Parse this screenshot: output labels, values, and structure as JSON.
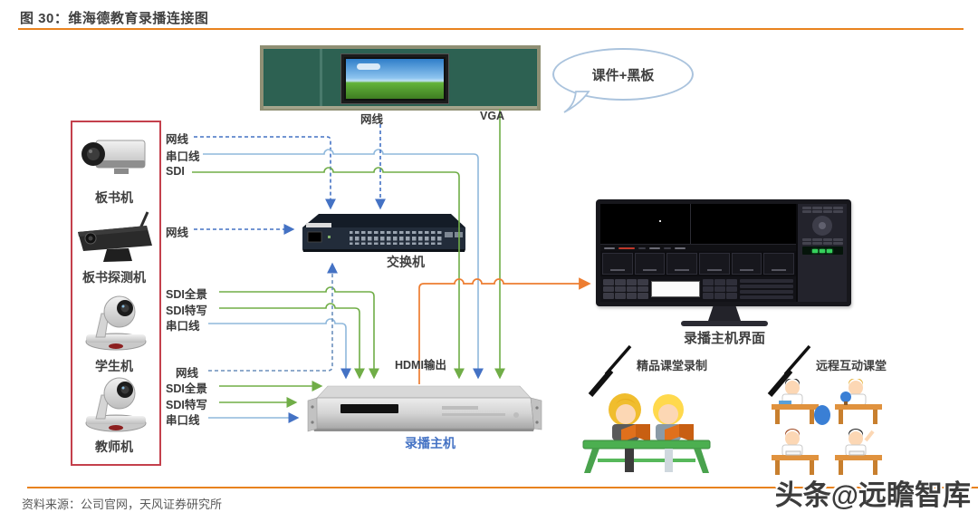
{
  "header": {
    "title": "图 30：维海德教育录播连接图"
  },
  "footer": {
    "source": "资料来源：公司官网，天风证券研究所",
    "watermark": "头条@远瞻智库"
  },
  "devices": {
    "board_camera": {
      "label": "板书机"
    },
    "board_detector": {
      "label": "板书探测机"
    },
    "student_camera": {
      "label": "学生机"
    },
    "teacher_camera": {
      "label": "教师机"
    },
    "switch": {
      "label": "交换机"
    },
    "recorder": {
      "label": "录播主机"
    },
    "monitor": {
      "label": "录播主机界面"
    }
  },
  "blackboard": {
    "bubble": "课件+黑板",
    "net_label": "网线",
    "vga_label": "VGA"
  },
  "cables": {
    "board_net": "网线",
    "board_serial": "串口线",
    "board_sdi": "SDI",
    "detector_net": "网线",
    "student_sdi_wide": "SDI全景",
    "student_sdi_close": "SDI特写",
    "student_serial": "串口线",
    "teacher_net": "网线",
    "teacher_sdi_wide": "SDI全景",
    "teacher_sdi_close": "SDI特写",
    "teacher_serial": "串口线",
    "hdmi_out": "HDMI输出"
  },
  "scenes": {
    "recording": "精品课堂录制",
    "remote": "远程互动课堂"
  },
  "colors": {
    "accent_orange": "#E8821E",
    "line_green": "#70AD47",
    "line_blue": "#4472C4",
    "line_light_blue": "#8FB8DC",
    "line_orange": "#ED7D31",
    "red_box": "#C4404C",
    "recorder_label_blue": "#4472C4"
  }
}
